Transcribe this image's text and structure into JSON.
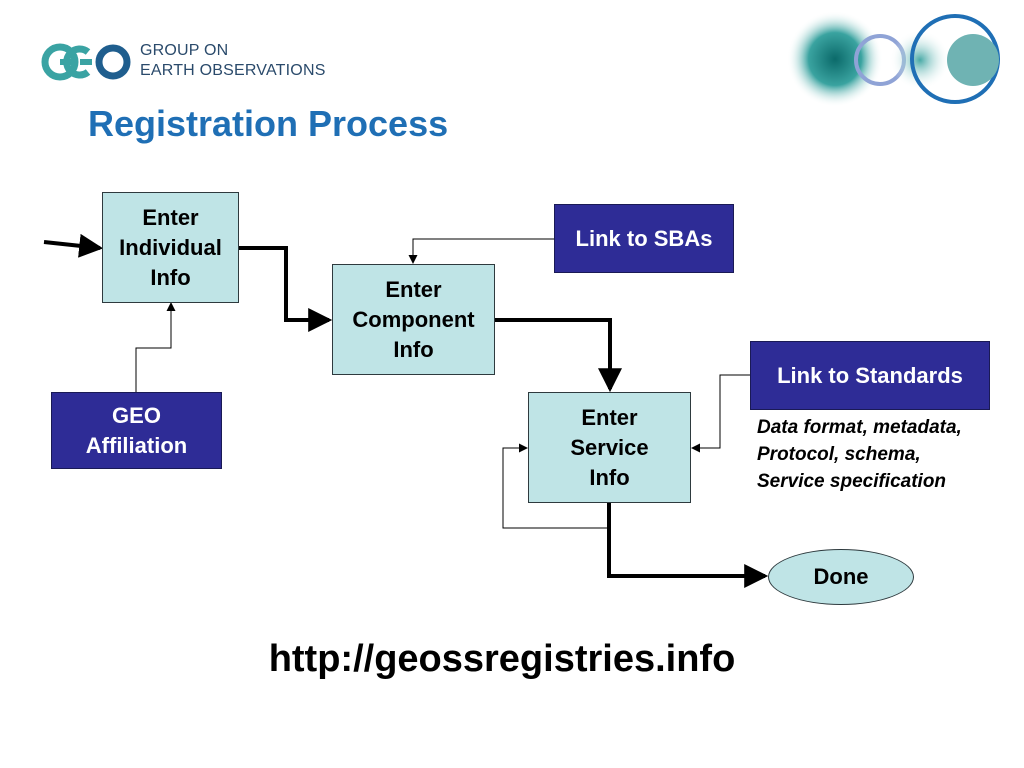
{
  "header": {
    "logo_mark_text": "GEO",
    "logo_line1": "GROUP ON",
    "logo_line2": "EARTH OBSERVATIONS"
  },
  "title": "Registration Process",
  "nodes": {
    "enter_individual": "Enter\nIndividual\nInfo",
    "enter_component": "Enter\nComponent\nInfo",
    "enter_service": "Enter\nService\nInfo",
    "link_sbas": "Link to SBAs",
    "link_standards": "Link to Standards",
    "geo_affiliation": "GEO\nAffiliation",
    "done": "Done"
  },
  "standards_note": {
    "line1": "Data format, metadata,",
    "line2": "Protocol, schema,",
    "line3": "Service specification"
  },
  "url": "http://geossregistries.info",
  "colors": {
    "title": "#1f6fb5",
    "light_box": "#bfe4e6",
    "dark_box": "#2e2c96"
  }
}
